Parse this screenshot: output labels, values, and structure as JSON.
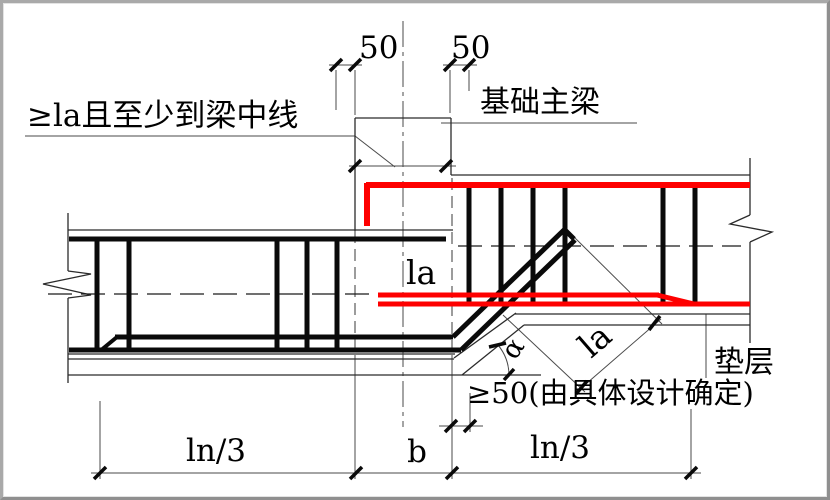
{
  "drawing": {
    "colors": {
      "rebar_red": "#fe0000",
      "ink": "#0a0a0a"
    },
    "labels": {
      "top_note": "≥la且至少到梁中线",
      "spacing_left": "50",
      "spacing_right": "50",
      "main_beam": "基础主梁",
      "anchorage_mid": "la",
      "anchorage_diag": "la",
      "bend_angle": "α",
      "cushion": "垫层",
      "step_note": "≥50(由具体设计确定)",
      "span_left": "ln/3",
      "beam_width": "b",
      "span_right": "ln/3"
    }
  }
}
